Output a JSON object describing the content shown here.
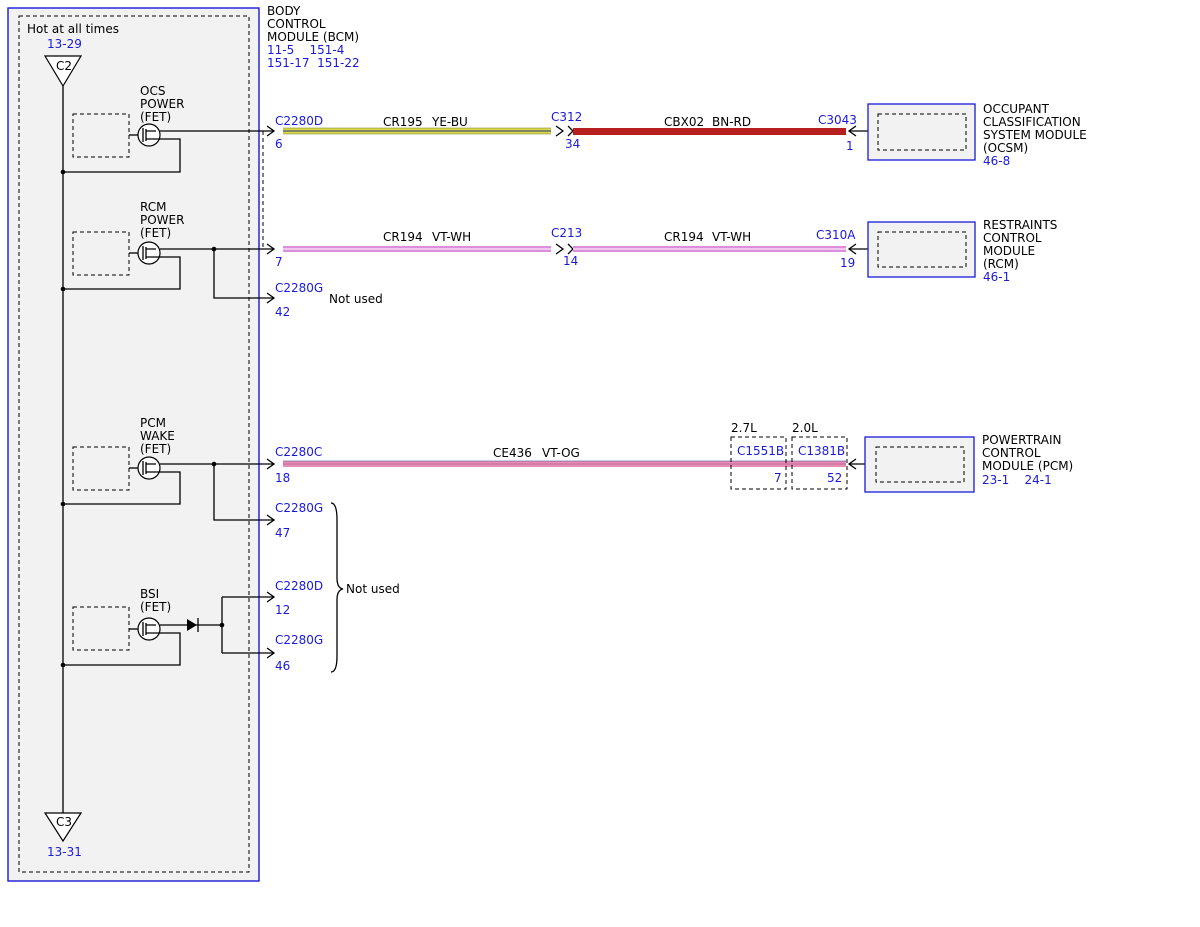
{
  "bcm": {
    "title_lines": [
      "BODY",
      "CONTROL",
      "MODULE (BCM)"
    ],
    "refs_line1": "11-5    151-4",
    "refs_line2": "151-17  151-22",
    "hot_label": "Hot at all times",
    "top_ref": "13-29",
    "top_tag": "C2",
    "bottom_tag": "C3",
    "bottom_ref": "13-31"
  },
  "fets": [
    {
      "lines": [
        "OCS",
        "POWER",
        "(FET)"
      ]
    },
    {
      "lines": [
        "RCM",
        "POWER",
        "(FET)"
      ]
    },
    {
      "lines": [
        "PCM",
        "WAKE",
        "(FET)"
      ]
    },
    {
      "lines": [
        "BSI",
        "(FET)"
      ]
    }
  ],
  "connectors": [
    {
      "name": "C2280D",
      "pin": "6"
    },
    {
      "name": "C2280D",
      "pin": "7"
    },
    {
      "name": "C2280G",
      "pin": "42"
    },
    {
      "name": "C2280C",
      "pin": "18"
    },
    {
      "name": "C2280G",
      "pin": "47"
    },
    {
      "name": "C2280D",
      "pin": "12"
    },
    {
      "name": "C2280G",
      "pin": "46"
    },
    {
      "name": "C312",
      "pin": "34"
    },
    {
      "name": "C3043",
      "pin": "1"
    },
    {
      "name": "C213",
      "pin": "14"
    },
    {
      "name": "C310A",
      "pin": "19"
    },
    {
      "name": "C1551B",
      "pin": "7"
    },
    {
      "name": "C1381B",
      "pin": "52"
    }
  ],
  "wires": [
    {
      "circuit": "CR195",
      "color_code": "YE-BU",
      "color": "#d8d84a"
    },
    {
      "circuit": "CBX02",
      "color_code": "BN-RD",
      "color": "#b82020"
    },
    {
      "circuit": "CR194",
      "color_code": "VT-WH",
      "color": "#dc8edc"
    },
    {
      "circuit": "CR194",
      "color_code": "VT-WH",
      "color": "#dc8edc"
    },
    {
      "circuit": "CE436",
      "color_code": "VT-OG",
      "color": "#e58fb4"
    }
  ],
  "variants": [
    "2.7L",
    "2.0L"
  ],
  "not_used": [
    "Not used",
    "Not used"
  ],
  "modules": [
    {
      "lines": [
        "OCCUPANT",
        "CLASSIFICATION",
        "SYSTEM MODULE",
        "(OCSM)"
      ],
      "ref": "46-8"
    },
    {
      "lines": [
        "RESTRAINTS",
        "CONTROL",
        "MODULE",
        "(RCM)"
      ],
      "ref": "46-1"
    },
    {
      "lines": [
        "POWERTRAIN",
        "CONTROL",
        "MODULE (PCM)"
      ],
      "ref": "23-1    24-1"
    }
  ],
  "colors": {
    "ref_blue": "#1a1ad8",
    "module_border": "#1a1ad8",
    "panel_fill": "#f2f2f2"
  }
}
